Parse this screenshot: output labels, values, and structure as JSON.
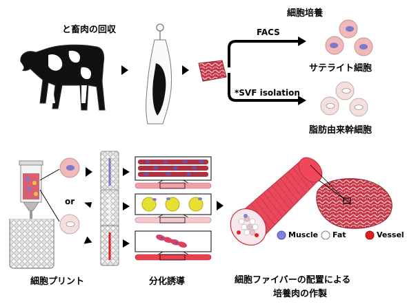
{
  "top": {
    "slaughter_label": "と畜肉の回収",
    "culture_label": "細胞培養",
    "facs_label": "FACS",
    "satellite_label": "サテライト細胞",
    "svf_label": "*SVF isolation",
    "adipose_label": "脂肪由来幹細胞"
  },
  "bottom": {
    "or_label": "or",
    "print_label": "細胞プリント",
    "diff_label": "分化誘導",
    "fiber_label_line1": "細胞ファイバーの配置による",
    "fiber_label_line2": "培養肉の作製"
  },
  "legend": {
    "items": [
      {
        "label": "Muscle",
        "color": "#8080e0"
      },
      {
        "label": "Fat",
        "color": "#ffffff"
      },
      {
        "label": "Vessel",
        "color": "#e02020"
      }
    ]
  },
  "colors": {
    "muscle_fiber": "#b03040",
    "fiber_body": "#e8485a",
    "fat_yellow": "#e8e030",
    "vessel_red": "#e02020",
    "cell_pink": "#f0b8b8",
    "cell_nucleus": "#8078c8"
  }
}
